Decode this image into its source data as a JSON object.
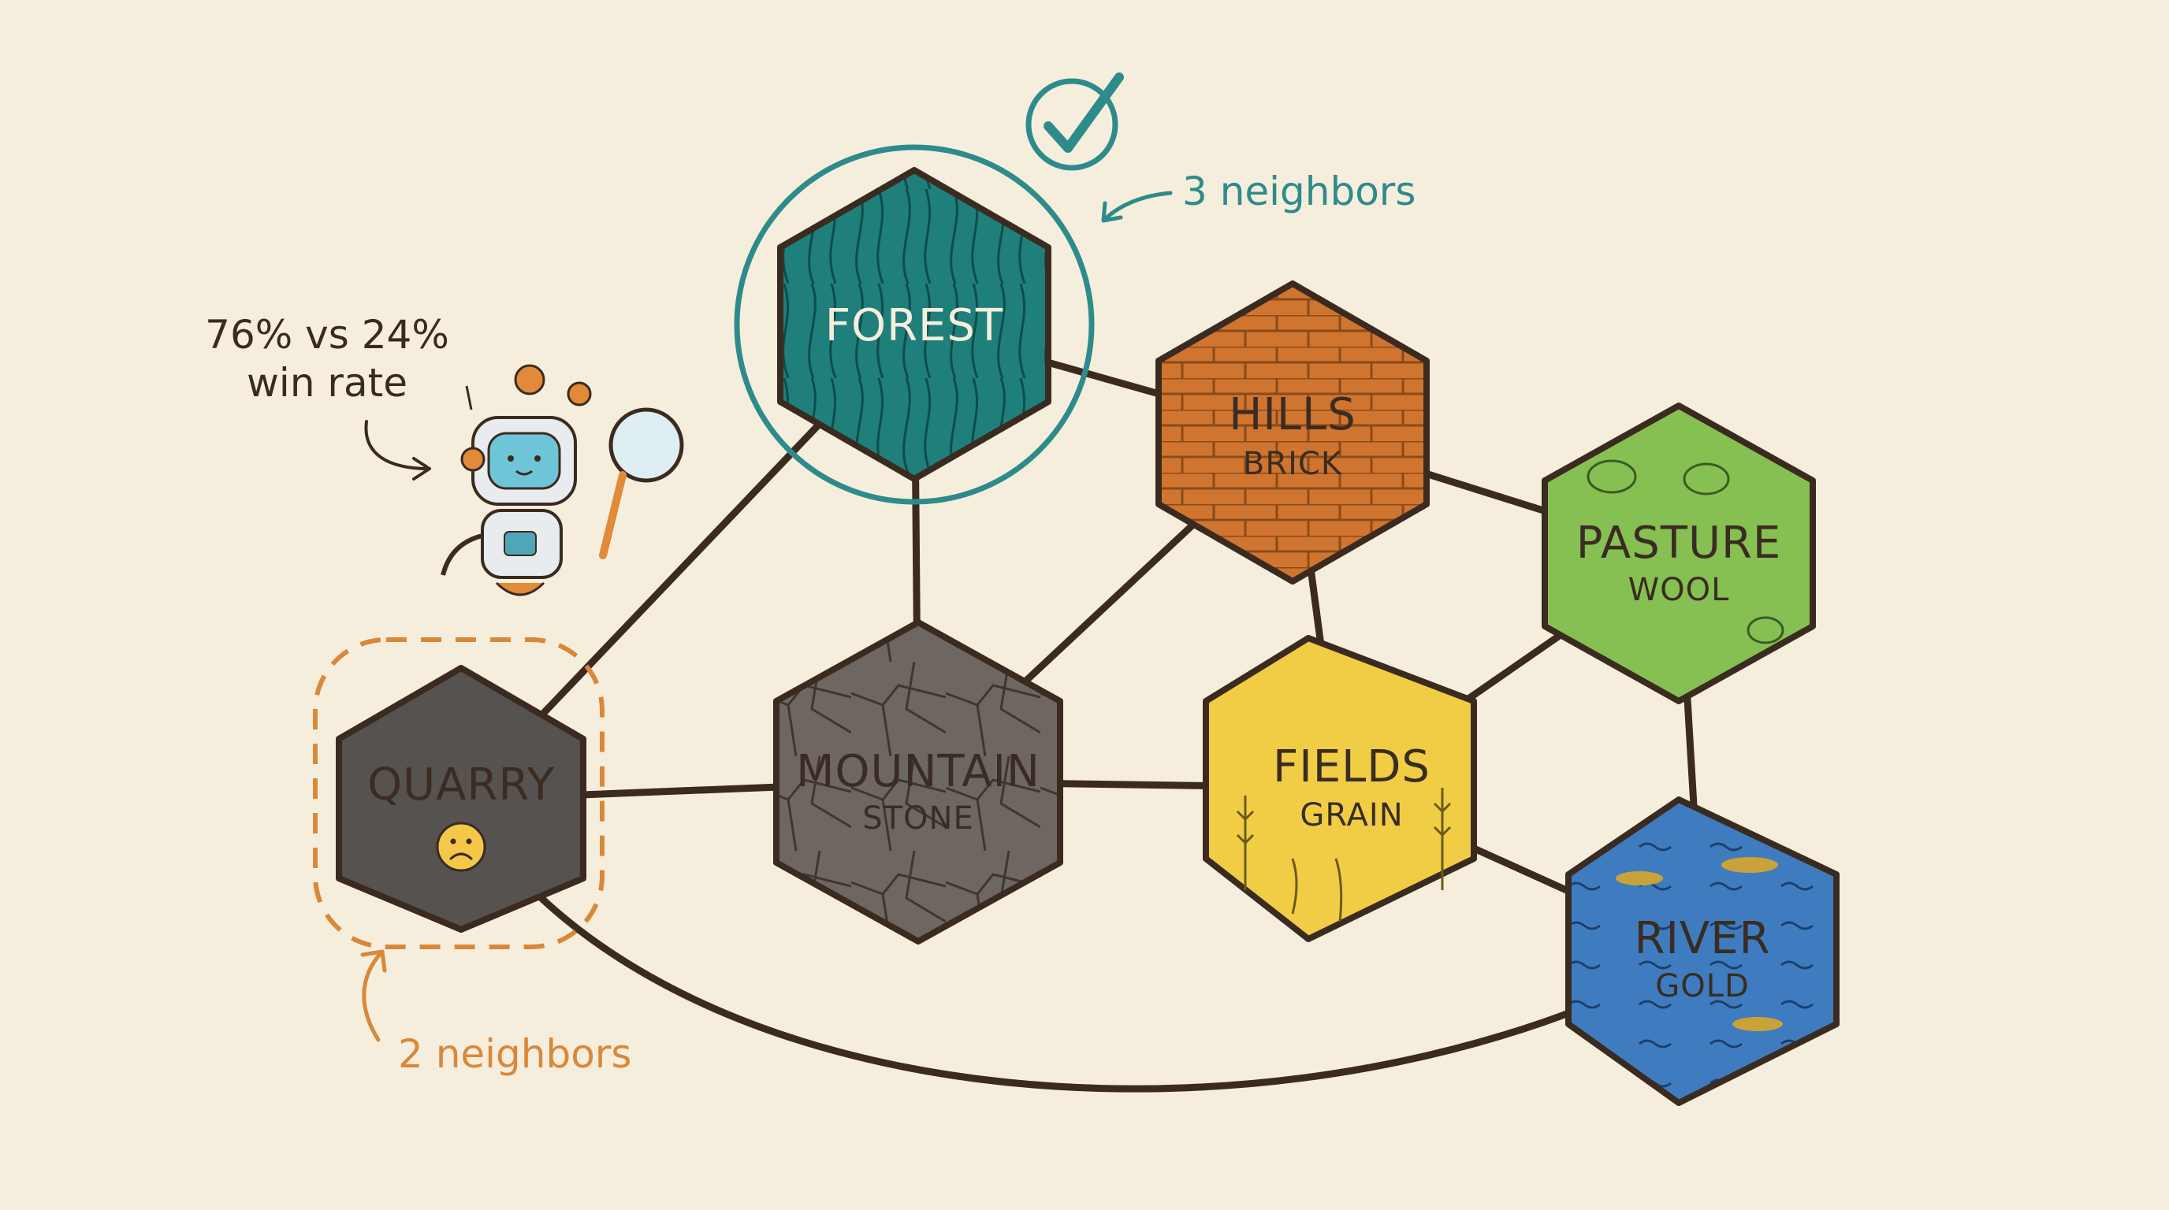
{
  "colors": {
    "background": "#f6eedc",
    "edge": "#3b2a20",
    "highlight": "#2e8b8b",
    "warning": "#d9883a",
    "forest": "#1f7f7b",
    "hills": "#cf7530",
    "pasture": "#86c052",
    "fields": "#f0cd45",
    "mountain": "#6e6660",
    "quarry": "#55524f",
    "river": "#3f7cbf"
  },
  "nodes": {
    "forest": {
      "title": "FOREST"
    },
    "hills": {
      "title": "HILLS",
      "resource": "BRICK"
    },
    "pasture": {
      "title": "PASTURE",
      "resource": "WOOL"
    },
    "mountain": {
      "title": "MOUNTAIN",
      "resource": "STONE"
    },
    "fields": {
      "title": "FIELDS",
      "resource": "GRAIN"
    },
    "quarry": {
      "title": "QUARRY"
    },
    "river": {
      "title": "RIVER",
      "resource": "GOLD"
    }
  },
  "edges": [
    [
      "forest",
      "hills"
    ],
    [
      "forest",
      "mountain"
    ],
    [
      "forest",
      "quarry"
    ],
    [
      "hills",
      "pasture"
    ],
    [
      "hills",
      "mountain"
    ],
    [
      "hills",
      "fields"
    ],
    [
      "pasture",
      "fields"
    ],
    [
      "pasture",
      "river"
    ],
    [
      "mountain",
      "quarry"
    ],
    [
      "mountain",
      "fields"
    ],
    [
      "fields",
      "river"
    ],
    [
      "quarry",
      "river"
    ]
  ],
  "annotations": {
    "forest_neighbors": "3 neighbors",
    "quarry_neighbors": "2 neighbors",
    "win_rate_line1": "76% vs 24%",
    "win_rate_line2": "win rate"
  },
  "icons": {
    "checkmark": "check-circle-icon",
    "sad_face": "sad-face-icon",
    "robot": "robot-with-magnifier-icon"
  }
}
